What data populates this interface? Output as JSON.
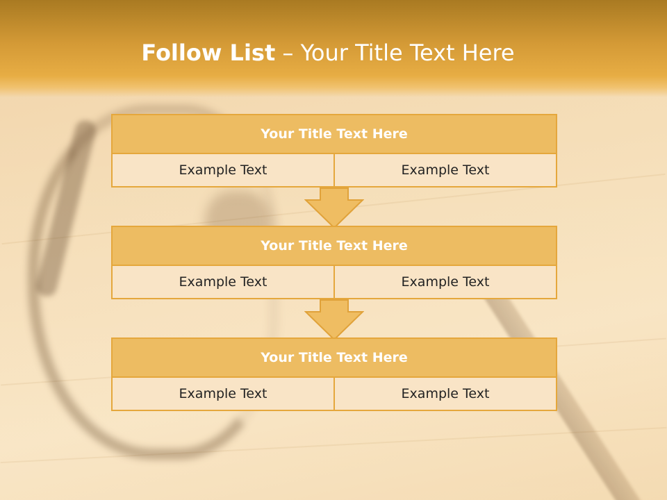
{
  "slide": {
    "title_bold": "Follow List",
    "title_rest": " – Your Title Text Here"
  },
  "steps": [
    {
      "title": "Your Title Text Here",
      "left": "Example Text",
      "right": "Example Text"
    },
    {
      "title": "Your Title Text Here",
      "left": "Example Text",
      "right": "Example Text"
    },
    {
      "title": "Your Title Text Here",
      "left": "Example Text",
      "right": "Example Text"
    }
  ],
  "colors": {
    "header": "#e7ad44",
    "box_header": "#edbc62",
    "box_border": "#e5a73c",
    "box_cell": "#f9e4c6",
    "arrow": "#efbd62"
  },
  "icons": {
    "connector": "down-arrow-icon"
  }
}
